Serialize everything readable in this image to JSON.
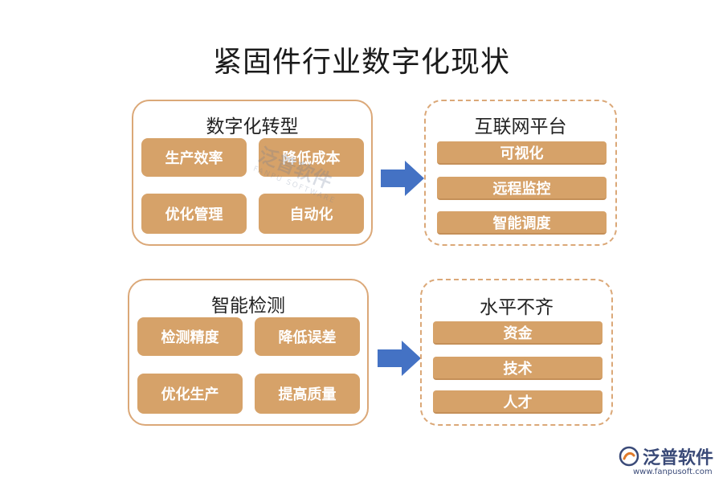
{
  "title": "紧固件行业数字化现状",
  "groups": [
    {
      "title": "数字化转型",
      "tiles": [
        "生产效率",
        "降低成本",
        "优化管理",
        "自动化"
      ],
      "result_title": "互联网平台",
      "results": [
        "可视化",
        "远程监控",
        "智能调度"
      ]
    },
    {
      "title": "智能检测",
      "tiles": [
        "检测精度",
        "降低误差",
        "优化生产",
        "提高质量"
      ],
      "result_title": "水平不齐",
      "results": [
        "资金",
        "技术",
        "人才"
      ]
    }
  ],
  "watermark": {
    "cn": "泛普软件",
    "en": "FANPU SOFTWARE"
  },
  "brand": {
    "name": "泛普软件",
    "url": "www.fanpusoft.com"
  },
  "colors": {
    "tile": "#d6a269",
    "border": "#dba878",
    "arrow": "#4472c4"
  }
}
